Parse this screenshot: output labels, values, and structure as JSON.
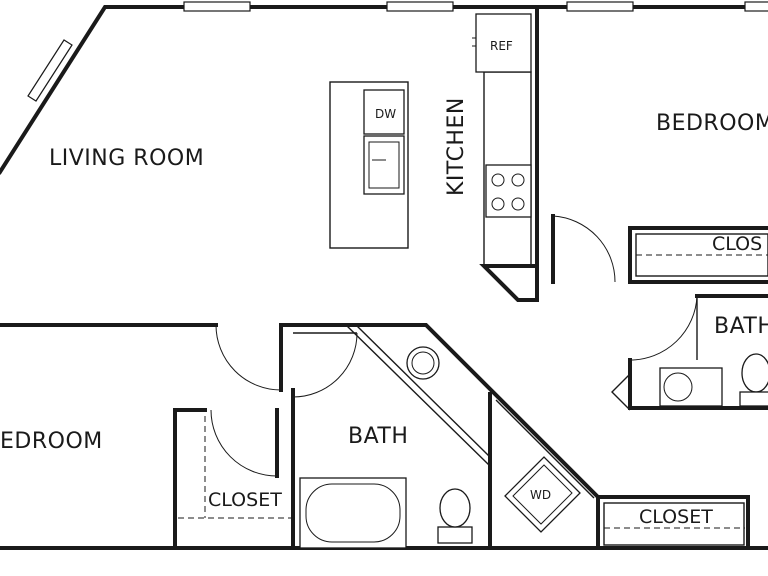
{
  "rooms": {
    "living_room": "LIVING ROOM",
    "kitchen": "KITCHEN",
    "bedroom_right": "BEDROOM",
    "bedroom_left": "EDROOM",
    "bath_center": "BATH",
    "bath_right": "BATH",
    "closet_right_upper": "CLOS",
    "closet_left": "CLOSET",
    "closet_right_lower": "CLOSET"
  },
  "appliances": {
    "refrigerator": "REF",
    "dishwasher": "DW",
    "washer_dryer": "WD"
  }
}
